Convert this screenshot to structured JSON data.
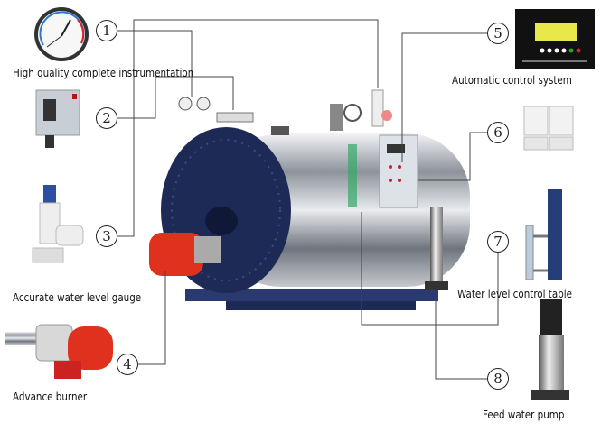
{
  "labels": {
    "instrumentation": "High quality complete instrumentation",
    "control_system": "Automatic control system",
    "water_level_gauge": "Accurate water level gauge",
    "water_level_table": "Water level control table",
    "burner": "Advance burner",
    "feed_pump": "Feed water pump"
  },
  "callouts": [
    "1",
    "2",
    "3",
    "4",
    "5",
    "6",
    "7",
    "8"
  ],
  "colors": {
    "boiler_front": "#1d2a55",
    "burner": "#e0301e",
    "panel_screen": "#e8e84a",
    "steel": "#c9cdd3",
    "line": "#444444"
  }
}
